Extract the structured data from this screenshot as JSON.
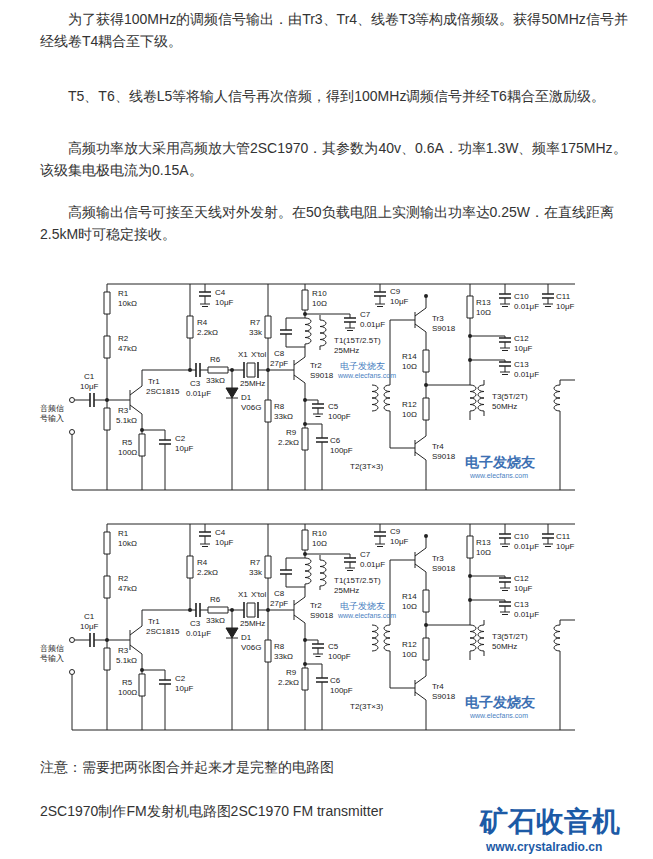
{
  "diagram": {
    "caption": "2SC1970制作FM发射机电路图2SC1970 FM transmitter",
    "labels": [
      "为了获得100MHz的调频信号输出．由Tr3、Tr4、线卷T3等构成倍频级。获得50MHz信号并经线卷T4耦合至下级。",
      "T5、T6、线卷L5等将输人信号再次倍频，得到100MHz调频信号并经T6耦合至激励级。",
      "高频功率放大采用高频放大管2SC1970．其参数为40v、0.6A．功率1.3W、频率175MHz。该级集电极电流为0.15A。",
      "高频输出信号可接至天线对外发射。在50负载电阻上实测输出功率达0.25W．在直线距离2.5kM时可稳定接收。",
      "R1",
      "10kΩ",
      "R2",
      "47kΩ",
      "C1",
      "10μF",
      "音频信号输入",
      "R3",
      "5.1kΩ",
      "Tr1",
      "2SC1815",
      "C2",
      "10μF",
      "R5",
      "100Ω",
      "C4",
      "10μF",
      "R4",
      "2.2kΩ",
      "C3",
      "0.01μF",
      "R7",
      "33k",
      "R6",
      "33kΩ",
      "D1",
      "V06G",
      "X1",
      "X'tol",
      "25MHz",
      "R8",
      "33kΩ",
      "R10",
      "10Ω",
      "C9",
      "10μF",
      "C7",
      "0.01μF",
      "C8",
      "27pF",
      "T1(15T/2.5T)",
      "25MHz",
      "Tr2",
      "S9018",
      "C5",
      "100pF",
      "R9",
      "2.2kΩ",
      "C6",
      "100pF",
      "Tr3",
      "S9018",
      "R14",
      "10Ω",
      "R12",
      "10Ω",
      "T2(3T×3)",
      "Tr4",
      "S9018",
      "R13",
      "10Ω",
      "C10",
      "0.01μF",
      "C11",
      "10μF",
      "C12",
      "10μF",
      "C13",
      "0.01μF",
      "T3(5T/2T)",
      "50MHz",
      "电子发烧友",
      "www.elecfans.com",
      "电子发烧友",
      "www.elecfans.com",
      "R1",
      "10kΩ",
      "R2",
      "47kΩ",
      "C1",
      "10μF",
      "音频信号输入",
      "R3",
      "5.1kΩ",
      "Tr1",
      "2SC1815",
      "C2",
      "10μF",
      "R5",
      "100Ω",
      "C4",
      "10μF",
      "R4",
      "2.2kΩ",
      "C3",
      "0.01μF",
      "R7",
      "33k",
      "R6",
      "33kΩ",
      "D1",
      "V06G",
      "X1",
      "X'tol",
      "25MHz",
      "R8",
      "33kΩ",
      "R10",
      "10Ω",
      "C9",
      "10μF",
      "C7",
      "0.01μF",
      "C8",
      "27pF",
      "T1(15T/2.5T)",
      "25MHz",
      "Tr2",
      "S9018",
      "C5",
      "100pF",
      "R9",
      "2.2kΩ",
      "C6",
      "100pF",
      "Tr3",
      "S9018",
      "R14",
      "10Ω",
      "R12",
      "10Ω",
      "T2(3T×3)",
      "Tr4",
      "S9018",
      "R13",
      "10Ω",
      "C10",
      "0.01μF",
      "C11",
      "10μF",
      "C12",
      "10μF",
      "C13",
      "0.01μF",
      "T3(5T/2T)",
      "50MHz",
      "电子发烧友",
      "www.elecfans.com",
      "电子发烧友",
      "www.elecfans.com",
      "注意：需要把两张图合并起来才是完整的电路图",
      "矿石收音机",
      "www.crystalradio.cn"
    ]
  }
}
